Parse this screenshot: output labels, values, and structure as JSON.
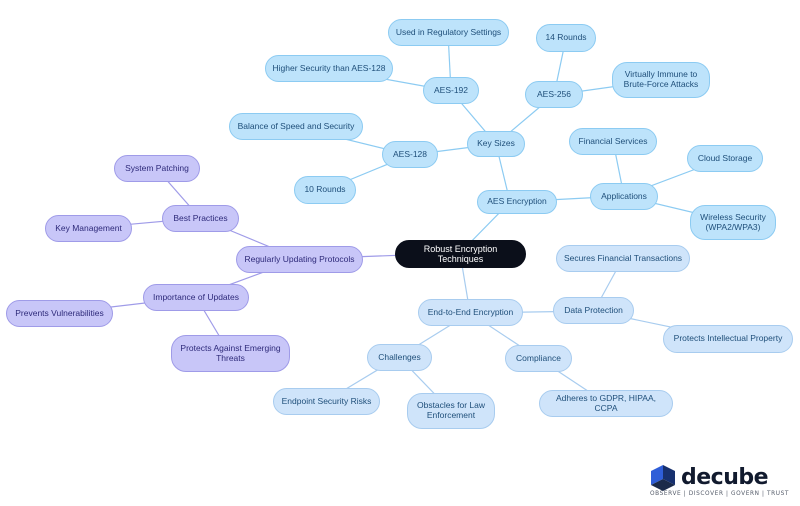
{
  "root": "Robust Encryption Techniques",
  "aes": {
    "label": "AES Encryption",
    "key_sizes": {
      "label": "Key Sizes",
      "aes128": {
        "label": "AES-128",
        "items": [
          "Balance of Speed and Security",
          "10 Rounds"
        ]
      },
      "aes192": {
        "label": "AES-192",
        "items": [
          "Used in Regulatory Settings",
          "Higher Security than AES-128"
        ]
      },
      "aes256": {
        "label": "AES-256",
        "items": [
          "14 Rounds",
          "Virtually Immune to Brute-Force Attacks"
        ]
      }
    },
    "applications": {
      "label": "Applications",
      "items": [
        "Financial Services",
        "Cloud Storage",
        "Wireless Security (WPA2/WPA3)"
      ]
    }
  },
  "e2e": {
    "label": "End-to-End Encryption",
    "data_protection": {
      "label": "Data Protection",
      "items": [
        "Secures Financial Transactions",
        "Protects Intellectual Property"
      ]
    },
    "challenges": {
      "label": "Challenges",
      "items": [
        "Endpoint Security Risks",
        "Obstacles for Law Enforcement"
      ]
    },
    "compliance": {
      "label": "Compliance",
      "items": [
        "Adheres to GDPR, HIPAA, CCPA"
      ]
    }
  },
  "updating": {
    "label": "Regularly Updating Protocols",
    "best_practices": {
      "label": "Best Practices",
      "items": [
        "System Patching",
        "Key Management"
      ]
    },
    "importance": {
      "label": "Importance of Updates",
      "items": [
        "Prevents Vulnerabilities",
        "Protects Against Emerging Threats"
      ]
    }
  },
  "logo": {
    "name": "decube",
    "tagline": "OBSERVE | DISCOVER | GOVERN | TRUST"
  },
  "colors": {
    "blue_node": "#bde3fb",
    "light_node": "#cfe4fa",
    "purple_node": "#c8c6f8",
    "root_node": "#0b0f1a",
    "blue_edge": "#8ccbf2",
    "purple_edge": "#9f9be8"
  }
}
